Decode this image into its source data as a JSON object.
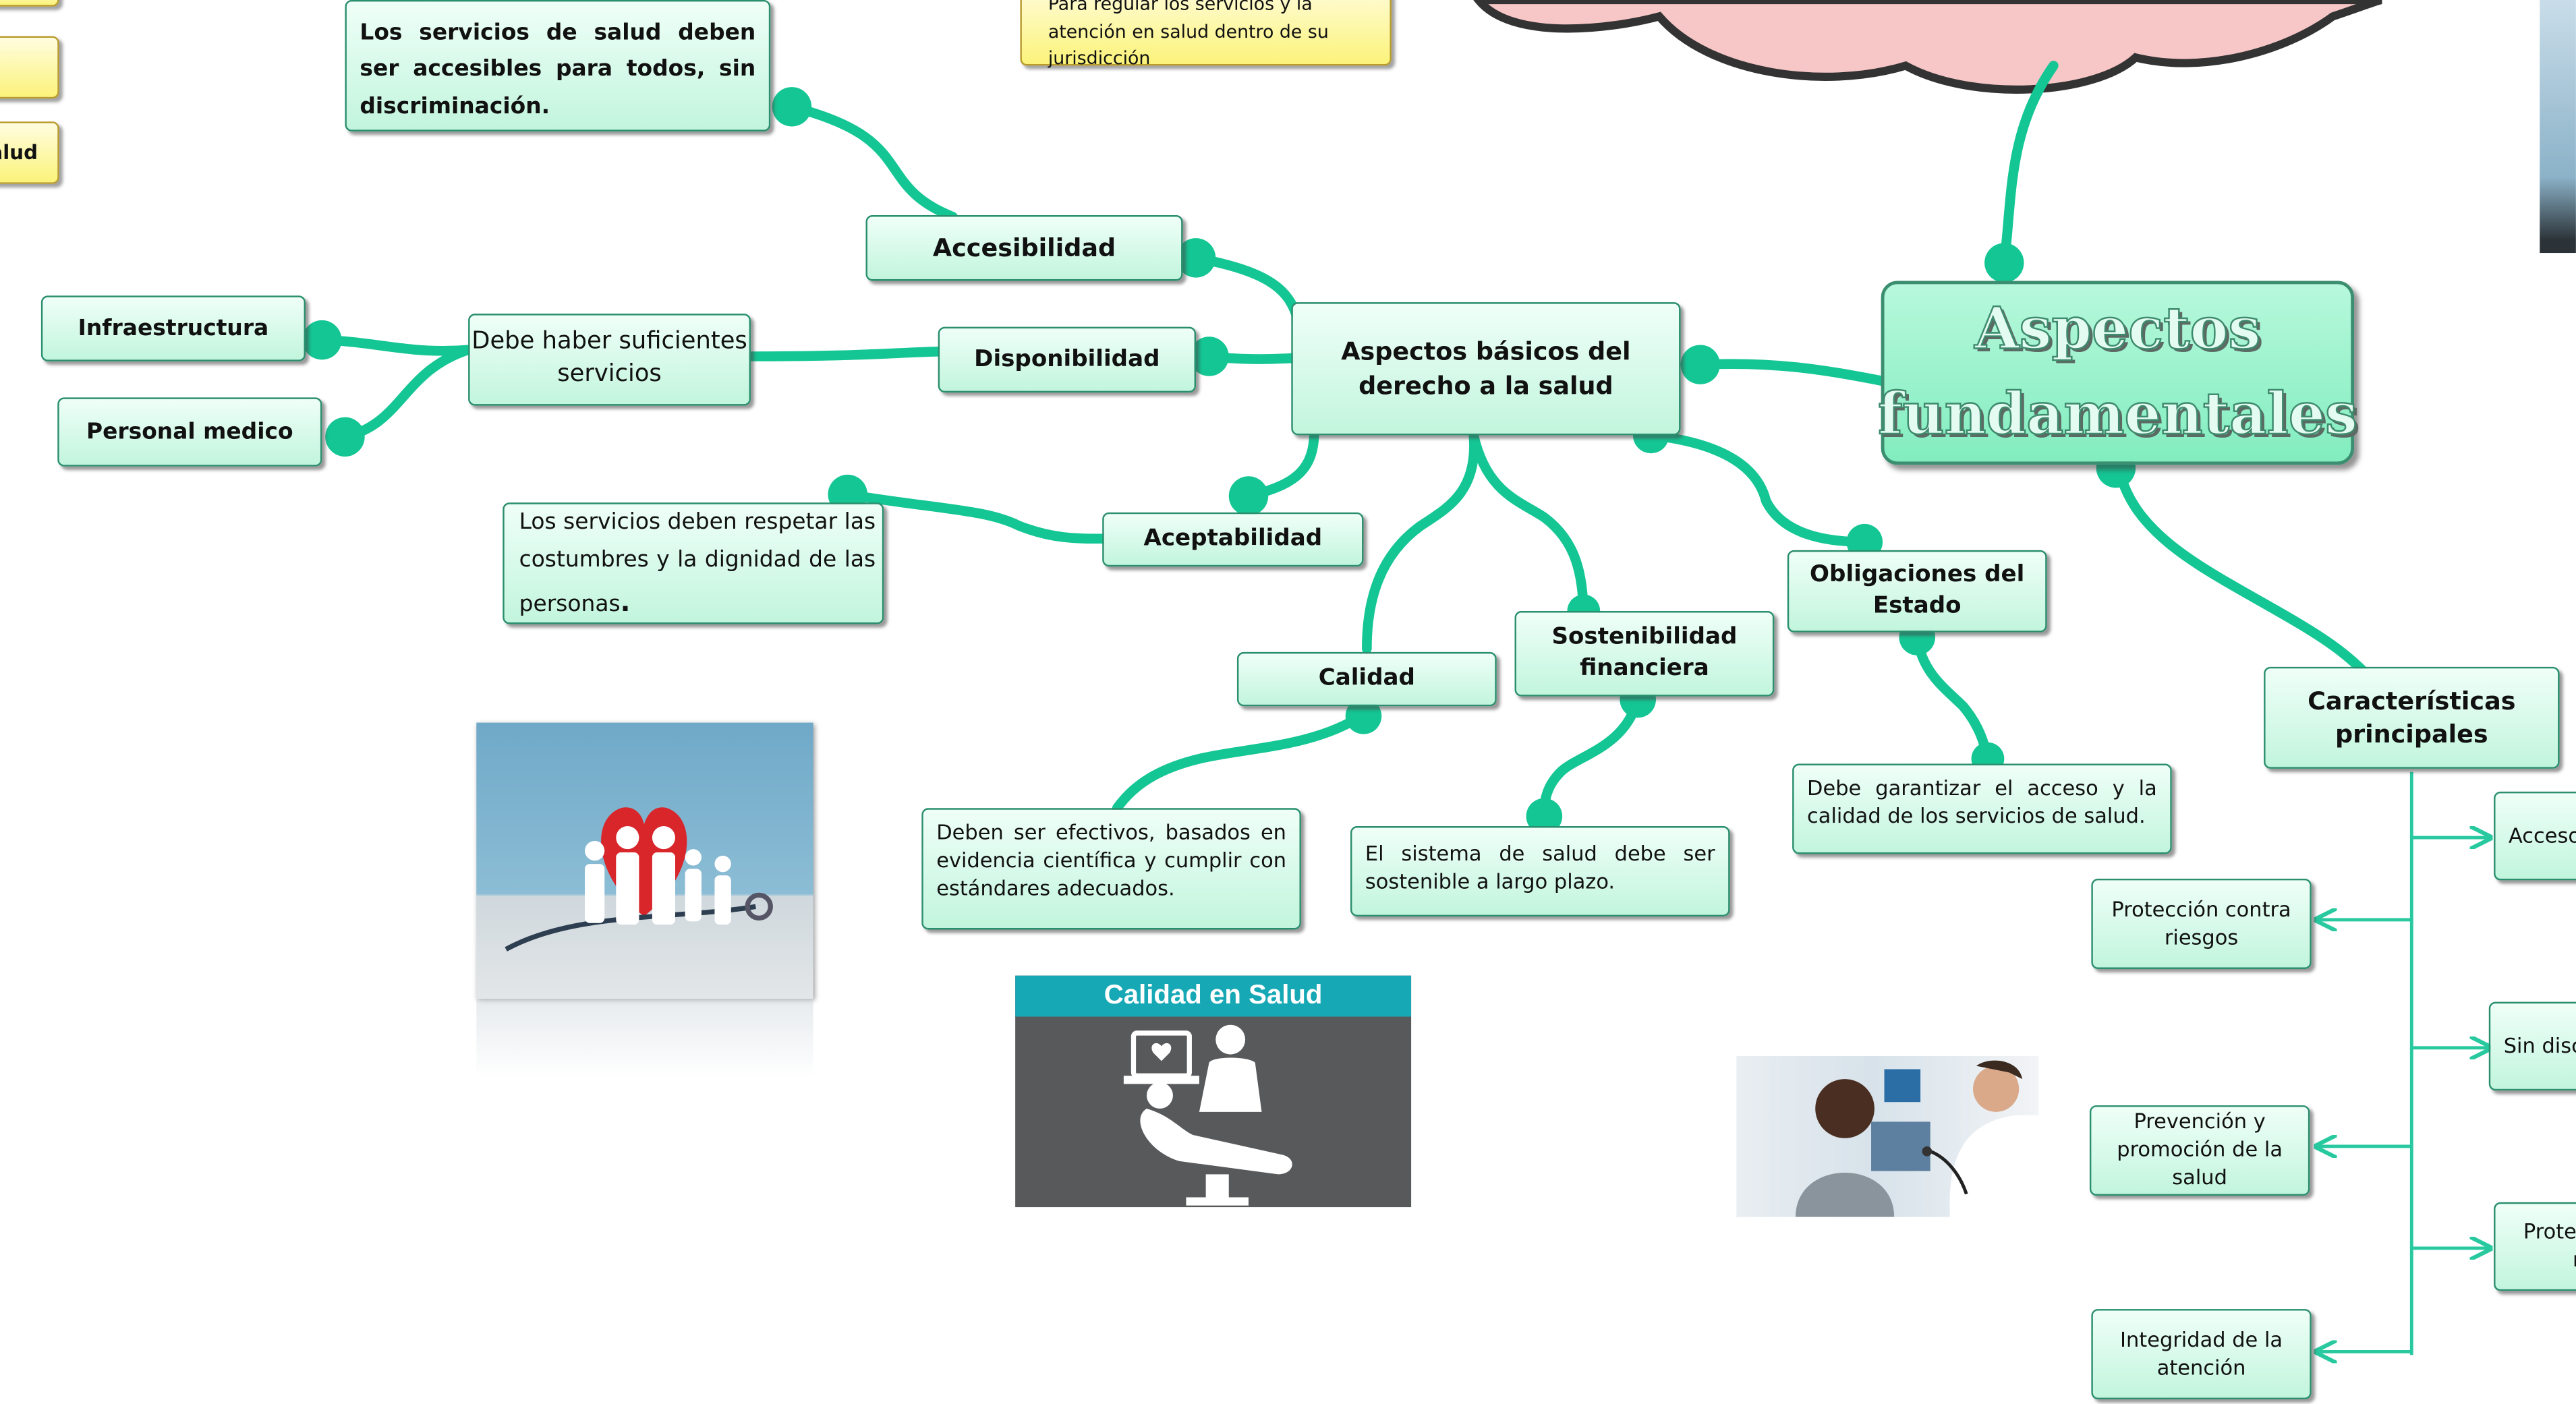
{
  "colors": {
    "connector": "#14c694",
    "arrow": "#29c9a0",
    "node_fill": "#c2f5dd",
    "title_fill": "#8ff0c6",
    "cloud_fill": "#f7c6c6"
  },
  "title_node": {
    "text": "Aspectos fundamentales"
  },
  "central_node": {
    "text": "Aspectos básicos del derecho a la salud"
  },
  "principles": {
    "accesibilidad": {
      "label": "Accesibilidad",
      "description": "Los servicios de salud deben ser accesibles para todos, sin discriminación."
    },
    "disponibilidad": {
      "label": "Disponibilidad",
      "description": "Debe haber suficientes servicios",
      "sub_items": [
        "Infraestructura",
        "Personal medico"
      ]
    },
    "aceptabilidad": {
      "label": "Aceptabilidad",
      "description_main": "Los servicios deben respetar las costumbres y la dignidad de las personas",
      "description_end": "."
    },
    "calidad": {
      "label": "Calidad",
      "description": "Deben ser efectivos, basados en evidencia científica y cumplir con estándares adecuados."
    },
    "sostenibilidad": {
      "label": "Sostenibilidad financiera",
      "description": "El sistema de salud debe ser sostenible a largo plazo."
    },
    "obligaciones": {
      "label": "Obligaciones del Estado",
      "description": "Debe garantizar el acceso y la calidad de los servicios de salud."
    }
  },
  "caracteristicas": {
    "label": "Características principales",
    "right_items": [
      "Acceso",
      "Sin disc",
      "Prote"
    ],
    "right_item_extra": "r",
    "left_items": [
      "Protección contra riesgos",
      "Prevención y promoción de la salud",
      "Integridad de la atención"
    ]
  },
  "top_partial": {
    "yellow_note": "Para regular los servicios y la atención en salud dentro de su jurisdicción",
    "left_yellow_partial": "alud"
  },
  "images": {
    "heart_family": "heart-family-photo",
    "calidad_banner": {
      "title": "Calidad en Salud",
      "icon": "doctor-patient-icon"
    },
    "child_doctor": "child-doctor-photo"
  }
}
